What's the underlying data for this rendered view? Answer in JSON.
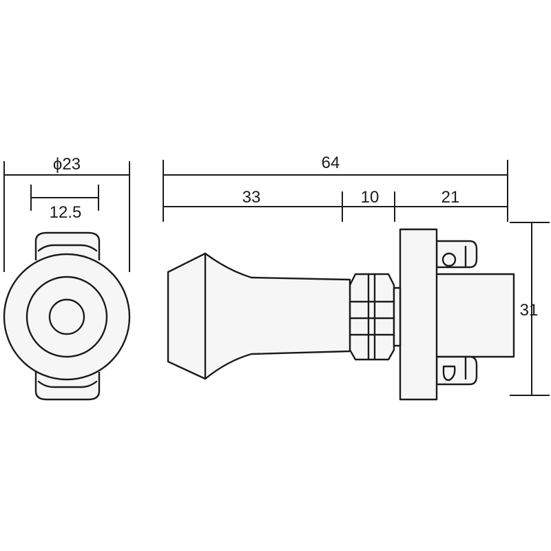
{
  "dimensions": {
    "front_diameter": "ϕ23",
    "front_inner": "12.5",
    "total_length": "64",
    "knob_length": "33",
    "nut_length": "10",
    "rear_length": "21",
    "height": "31"
  },
  "colors": {
    "line": "#1a1a1a",
    "fill": "#f6f6f6",
    "background": "#ffffff"
  }
}
